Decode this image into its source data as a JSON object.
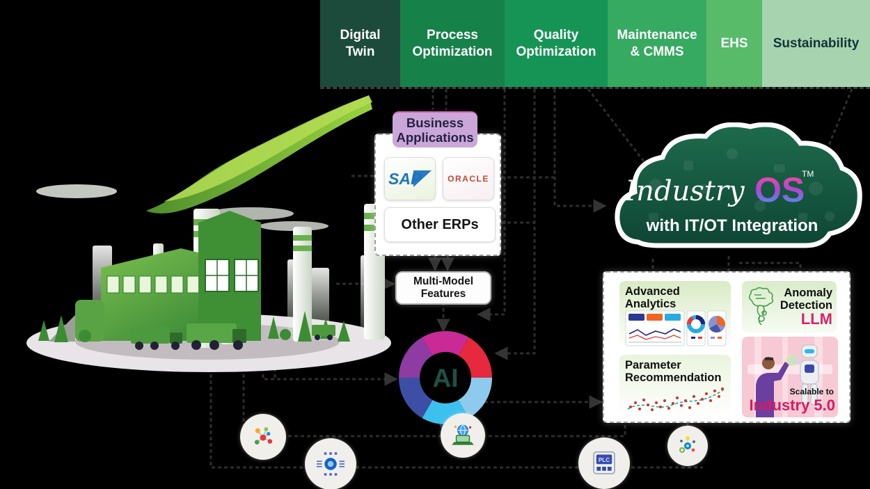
{
  "top_bar": {
    "segments": [
      {
        "label": "Digital Twin",
        "bg": "#1d4b3b",
        "fg": "#ffffff"
      },
      {
        "label": "Process Optimization",
        "bg": "#17814a",
        "fg": "#ffffff"
      },
      {
        "label": "Quality Optimization",
        "bg": "#169455",
        "fg": "#ffffff"
      },
      {
        "label": "Maintenance & CMMS",
        "bg": "#35aa60",
        "fg": "#ffffff"
      },
      {
        "label": "EHS",
        "bg": "#57bb6a",
        "fg": "#ffffff"
      },
      {
        "label": "Sustainability",
        "bg": "#a7d4ae",
        "fg": "#13333a"
      }
    ]
  },
  "business_apps": {
    "title": "Business Applications",
    "sap": "SAP",
    "oracle": "ORACLE",
    "other": "Other ERPs"
  },
  "multi_model": {
    "line1": "Multi-Model",
    "line2": "Features"
  },
  "cloud": {
    "brand_prefix": "Industry",
    "brand_suffix": "OS",
    "trademark": "TM",
    "subtitle": "with IT/OT Integration"
  },
  "ai_hub": {
    "label": "AI"
  },
  "features_panel": {
    "advanced_analytics": {
      "title_line1": "Advanced",
      "title_line2": "Analytics"
    },
    "anomaly_detection": {
      "title_line1": "Anomaly",
      "title_line2": "Detection",
      "accent": "LLM"
    },
    "parameter_recommendation": {
      "title_line1": "Parameter",
      "title_line2": "Recommendation"
    },
    "industry_50": {
      "caption": "Scalable to",
      "title": "Industry 5.0"
    }
  },
  "plc_icon": {
    "label": "PLC"
  },
  "colors": {
    "accent_pink": "#d6246e",
    "industry50_pink": "#d81b5f",
    "cloud_green": "#145843",
    "connector_gray": "#2a2a2a",
    "oracle_red": "#c74634",
    "sap_blue": "#1b75bc",
    "donut_segments": [
      "#c92a96",
      "#e6293e",
      "#8ecaed",
      "#3cc1ee",
      "#3c4fa4",
      "#8e3ba4"
    ]
  }
}
